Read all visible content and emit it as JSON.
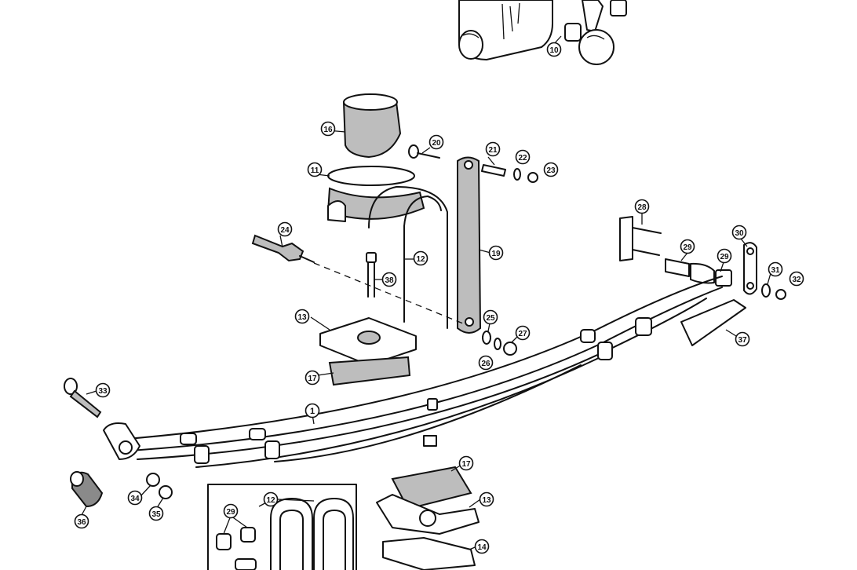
{
  "callouts": [
    {
      "id": "c10",
      "label": "10"
    },
    {
      "id": "c16",
      "label": "16"
    },
    {
      "id": "c20",
      "label": "20"
    },
    {
      "id": "c21",
      "label": "21"
    },
    {
      "id": "c22",
      "label": "22"
    },
    {
      "id": "c23",
      "label": "23"
    },
    {
      "id": "c11",
      "label": "11"
    },
    {
      "id": "c28",
      "label": "28"
    },
    {
      "id": "c24",
      "label": "24"
    },
    {
      "id": "c12a",
      "label": "12"
    },
    {
      "id": "c19",
      "label": "19"
    },
    {
      "id": "c29a",
      "label": "29"
    },
    {
      "id": "c29b",
      "label": "29"
    },
    {
      "id": "c30",
      "label": "30"
    },
    {
      "id": "c31",
      "label": "31"
    },
    {
      "id": "c32",
      "label": "32"
    },
    {
      "id": "c38",
      "label": "38"
    },
    {
      "id": "c13a",
      "label": "13"
    },
    {
      "id": "c25",
      "label": "25"
    },
    {
      "id": "c27",
      "label": "27"
    },
    {
      "id": "c26",
      "label": "26"
    },
    {
      "id": "c37",
      "label": "37"
    },
    {
      "id": "c17a",
      "label": "17"
    },
    {
      "id": "c33",
      "label": "33"
    },
    {
      "id": "c1",
      "label": "1"
    },
    {
      "id": "c17b",
      "label": "17"
    },
    {
      "id": "c34",
      "label": "34"
    },
    {
      "id": "c35",
      "label": "35"
    },
    {
      "id": "c13b",
      "label": "13"
    },
    {
      "id": "c12b",
      "label": "12"
    },
    {
      "id": "c29c",
      "label": "29"
    },
    {
      "id": "c36",
      "label": "36"
    },
    {
      "id": "c14",
      "label": "14"
    }
  ]
}
